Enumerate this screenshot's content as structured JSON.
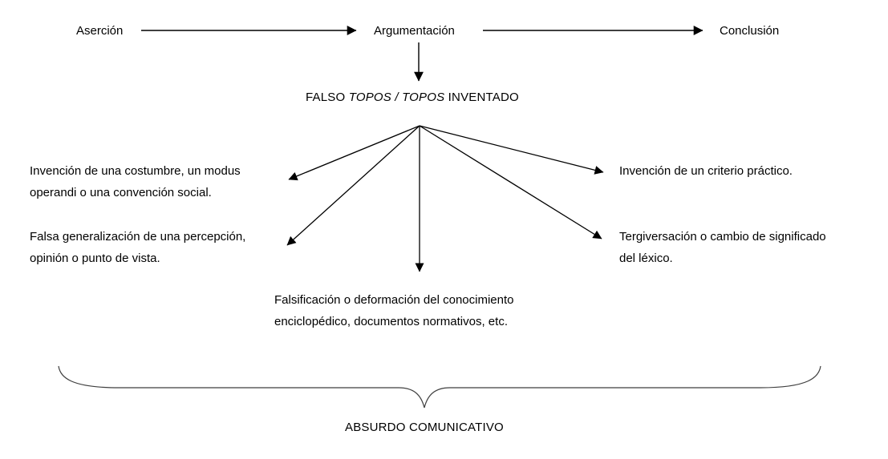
{
  "colors": {
    "ink": "#000000",
    "brace": "#3f3f3f",
    "background": "#ffffff"
  },
  "flow": {
    "asercion": "Aserción",
    "argumentacion": "Argumentación",
    "conclusion": "Conclusión"
  },
  "central_label": {
    "pre": "FALSO ",
    "italic": "TOPOS / TOPOS",
    "post": " INVENTADO"
  },
  "branches": {
    "left_top": {
      "lines": [
        "Invención de una costumbre, un modus",
        "operandi o una convención social."
      ]
    },
    "left_bottom": {
      "lines": [
        "Falsa generalización de una percepción,",
        "opinión o punto de vista."
      ]
    },
    "center_bottom": {
      "lines": [
        "Falsificación o deformación del conocimiento",
        "enciclopédico, documentos normativos, etc."
      ]
    },
    "right_top": {
      "lines": [
        "Invención de un criterio práctico."
      ]
    },
    "right_bottom": {
      "lines": [
        "Tergiversación o cambio de significado",
        "del léxico."
      ]
    }
  },
  "footer_label": "ABSURDO COMUNICATIVO"
}
